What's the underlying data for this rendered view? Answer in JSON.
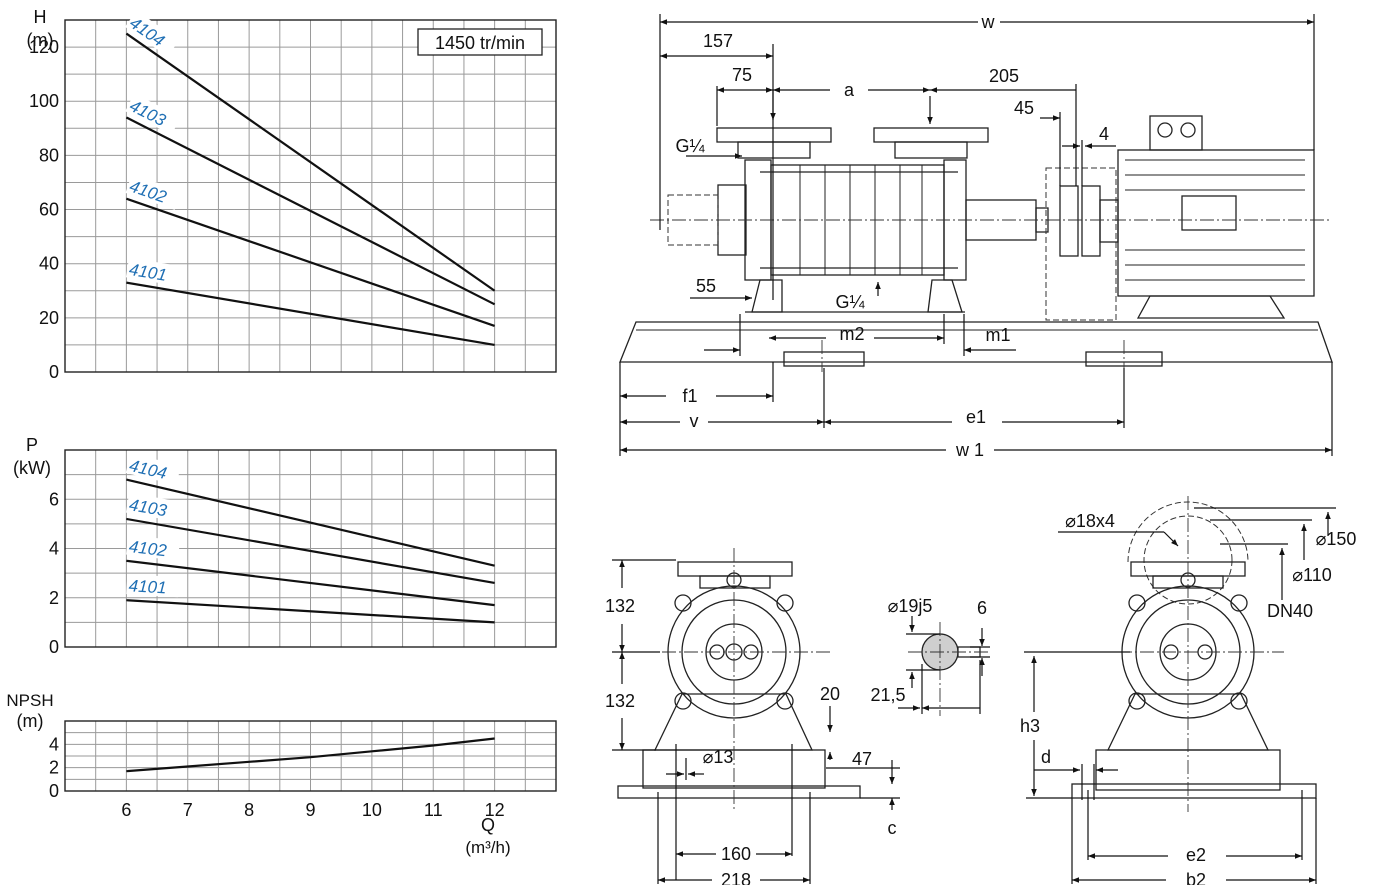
{
  "chart_data": [
    {
      "type": "line",
      "ylabel": "H",
      "yunit": "(m)",
      "annotation": "1450 tr/min",
      "xlim": [
        5,
        13
      ],
      "ylim": [
        0,
        130
      ],
      "yticks": [
        0,
        20,
        40,
        60,
        80,
        100,
        120
      ],
      "series": [
        {
          "name": "4104",
          "x": [
            6,
            12
          ],
          "y": [
            125,
            30
          ]
        },
        {
          "name": "4103",
          "x": [
            6,
            12
          ],
          "y": [
            94,
            25
          ]
        },
        {
          "name": "4102",
          "x": [
            6,
            12
          ],
          "y": [
            64,
            17
          ]
        },
        {
          "name": "4101",
          "x": [
            6,
            12
          ],
          "y": [
            33,
            10
          ]
        }
      ]
    },
    {
      "type": "line",
      "ylabel": "P",
      "yunit": "(kW)",
      "xlim": [
        5,
        13
      ],
      "ylim": [
        0,
        8
      ],
      "yticks": [
        0,
        2,
        4,
        6
      ],
      "series": [
        {
          "name": "4104",
          "x": [
            6,
            12
          ],
          "y": [
            6.8,
            3.3
          ]
        },
        {
          "name": "4103",
          "x": [
            6,
            12
          ],
          "y": [
            5.2,
            2.6
          ]
        },
        {
          "name": "4102",
          "x": [
            6,
            12
          ],
          "y": [
            3.5,
            1.7
          ]
        },
        {
          "name": "4101",
          "x": [
            6,
            12
          ],
          "y": [
            1.9,
            1.0
          ]
        }
      ]
    },
    {
      "type": "line",
      "ylabel": "NPSH",
      "yunit": "(m)",
      "xlabel": "Q",
      "xunit": "(m³/h)",
      "xlim": [
        5,
        13
      ],
      "ylim": [
        0,
        6
      ],
      "yticks": [
        0,
        2,
        4
      ],
      "xticks": [
        6,
        7,
        8,
        9,
        10,
        11,
        12
      ],
      "series": [
        {
          "name": "",
          "x": [
            6,
            7,
            8,
            9,
            10,
            11,
            12
          ],
          "y": [
            1.7,
            2.1,
            2.5,
            2.9,
            3.4,
            3.9,
            4.5
          ]
        }
      ]
    }
  ],
  "dimensions": {
    "w": "w",
    "d157": "157",
    "d75": "75",
    "a": "a",
    "d205": "205",
    "d45": "45",
    "d4": "4",
    "g14a": "G¼",
    "g14b": "G¼",
    "d55": "55",
    "m2": "m2",
    "m1": "m1",
    "f1": "f1",
    "v": "v",
    "e1": "e1",
    "w1": "w 1",
    "d132a": "132",
    "d132b": "132",
    "d20": "20",
    "d13": "⌀13",
    "d47": "47",
    "c": "c",
    "d160": "160",
    "d218": "218",
    "d19j5": "⌀19j5",
    "d6": "6",
    "d21_5": "21,5",
    "d18x4": "⌀18x4",
    "d150": "⌀150",
    "d110": "⌀110",
    "dn40": "DN40",
    "h3": "h3",
    "d": "d",
    "e2": "e2",
    "b2": "b2"
  }
}
